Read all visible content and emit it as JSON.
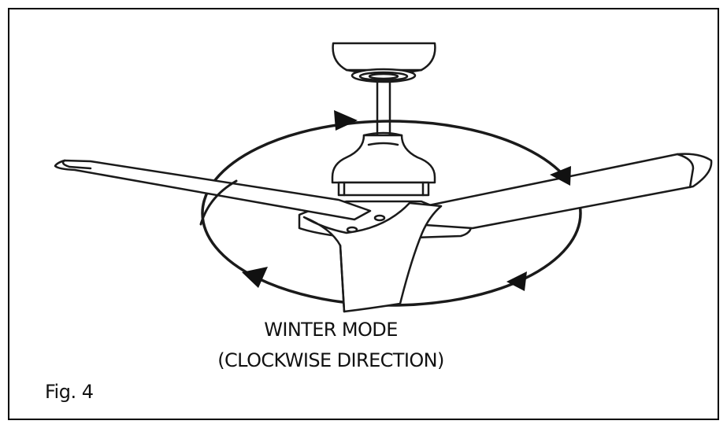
{
  "figure": {
    "label": "Fig. 4",
    "caption_mode": "WINTER MODE",
    "caption_direction": "(CLOCKWISE DIRECTION)"
  },
  "colors": {
    "ink": "#111111",
    "stroke": "#1a1a1a",
    "background": "#ffffff"
  },
  "illustration": {
    "subject": "ceiling-fan",
    "blade_count": 3,
    "rotation_arrow_count": 4
  }
}
